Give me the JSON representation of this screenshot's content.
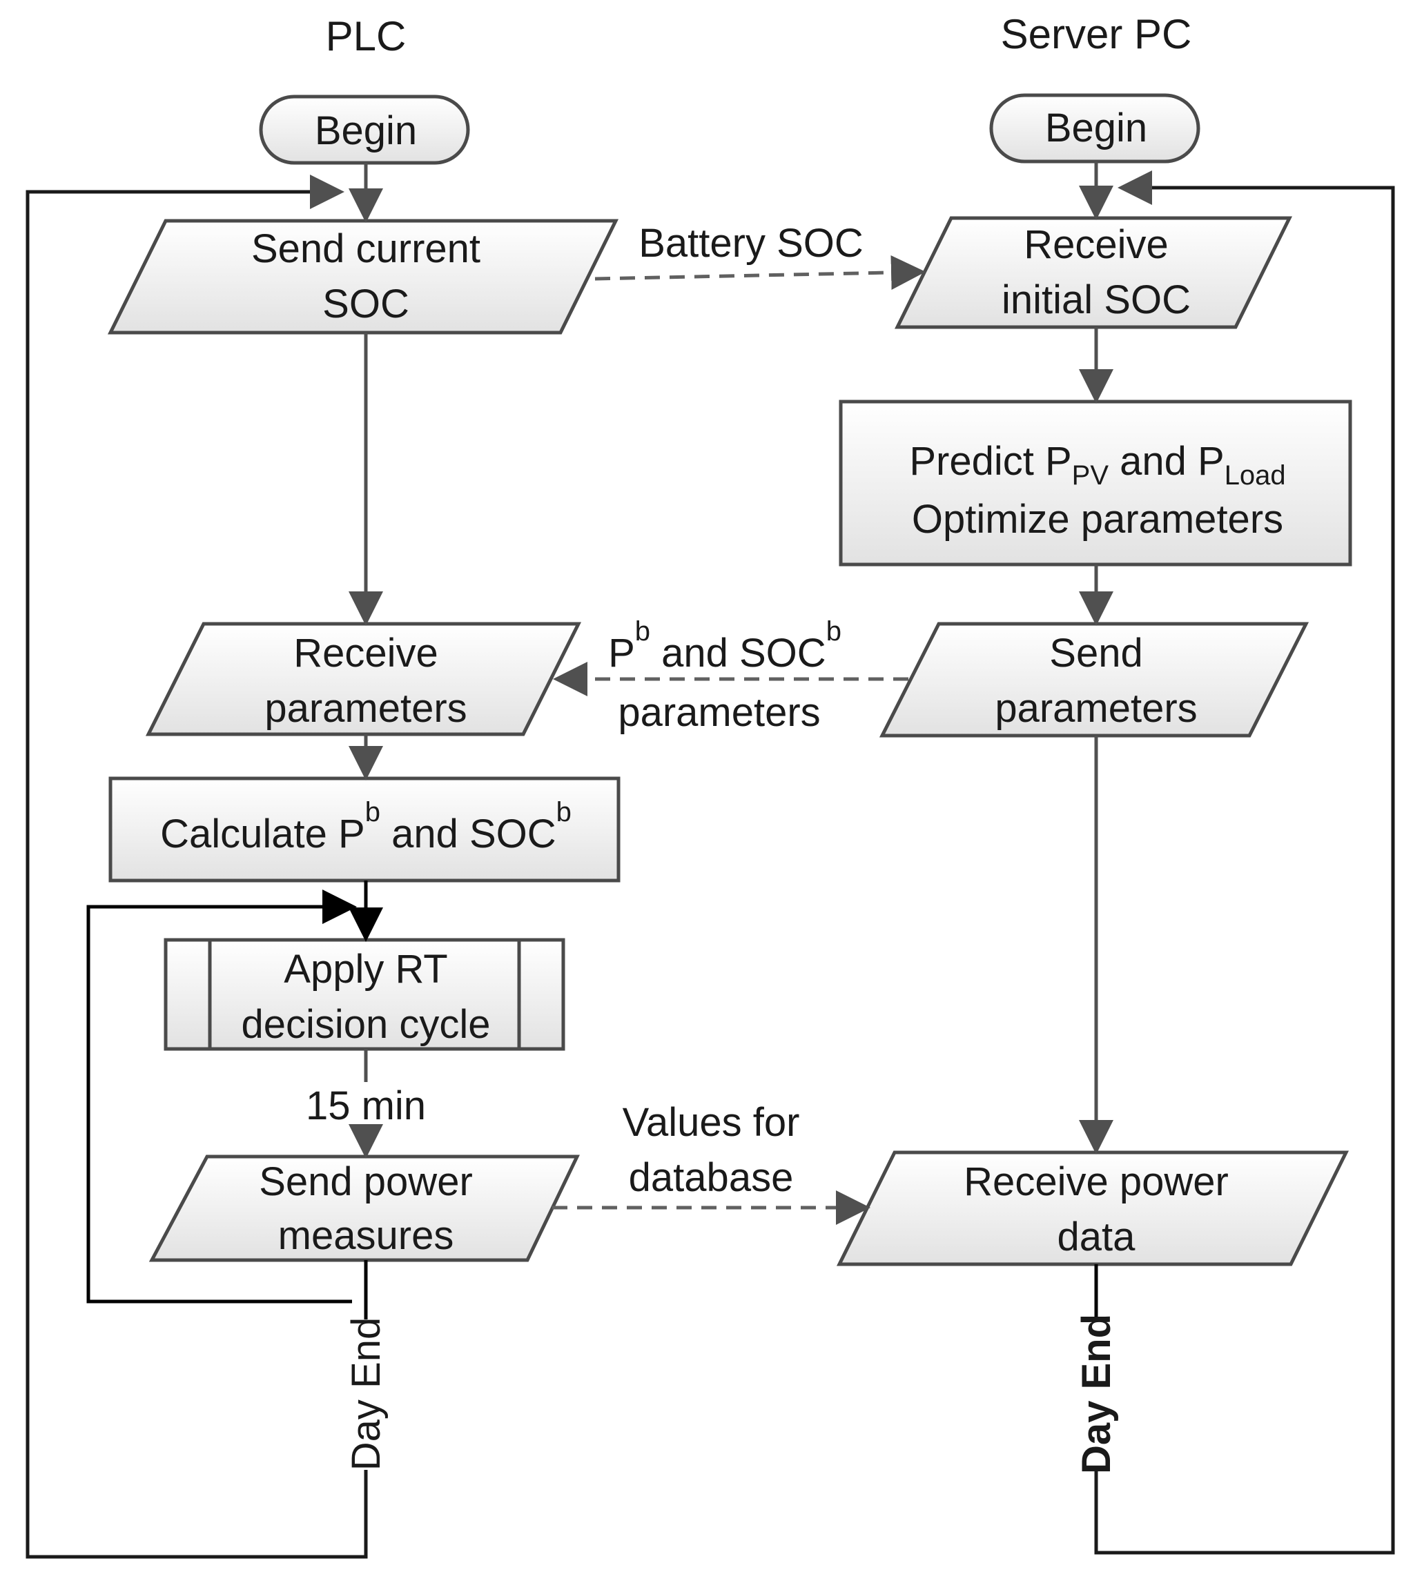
{
  "lanes": {
    "plc": "PLC",
    "server": "Server PC"
  },
  "plc": {
    "begin": "Begin",
    "send_soc": [
      "Send current",
      "SOC"
    ],
    "receive_params": [
      "Receive",
      "parameters"
    ],
    "calculate": {
      "prefix": "Calculate P",
      "sup1": "b",
      "mid": " and SOC",
      "sup2": "b"
    },
    "apply": [
      "Apply RT",
      "decision cycle"
    ],
    "interval": "15 min",
    "send_power": [
      "Send power",
      "measures"
    ],
    "day_end": "Day End"
  },
  "server": {
    "begin": "Begin",
    "receive_soc": [
      "Receive",
      "initial SOC"
    ],
    "predict": {
      "prefix": "Predict P",
      "sub1": "PV",
      "mid": " and P",
      "sub2": "Load",
      "line2": "Optimize parameters"
    },
    "send_params": [
      "Send",
      "parameters"
    ],
    "receive_power": [
      "Receive power",
      "data"
    ],
    "day_end": "Day End"
  },
  "messages": {
    "battery_soc": "Battery SOC",
    "params": {
      "p": "P",
      "sup1": "b",
      "mid": " and SOC",
      "sup2": "b",
      "line2": "parameters"
    },
    "values_db": [
      "Values for",
      "database"
    ]
  },
  "colors": {
    "box_top": "#ffffff",
    "box_bottom": "#e3e3e3",
    "stroke": "#4a4a4a",
    "loop": "#000000"
  }
}
